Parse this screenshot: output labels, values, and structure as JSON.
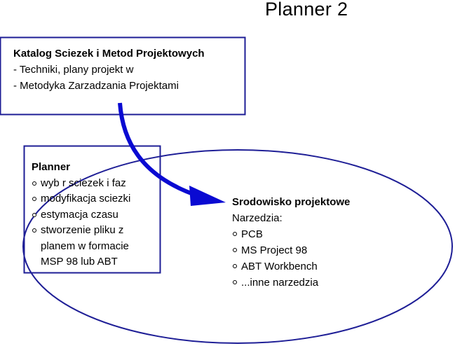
{
  "title": "Planner 2",
  "katalog": {
    "heading": "Katalog Sciezek i Metod Projektowych",
    "lines": [
      "- Techniki, plany projekt  w",
      "- Metodyka Zarzadzania Projektami"
    ]
  },
  "planner": {
    "heading": "Planner",
    "items": [
      "wyb  r sciezek i faz",
      "modyfikacja sciezki",
      "estymacja czasu",
      "stworzenie pliku z"
    ],
    "continuation": [
      "planem w formacie",
      "MSP 98 lub ABT"
    ]
  },
  "srodowisko": {
    "heading": "Srodowisko projektowe",
    "subheading": "Narzedzia:",
    "items": [
      "PCB",
      "MS Project 98",
      "ABT Workbench",
      "...inne narzedzia"
    ]
  },
  "colors": {
    "box_border": "#1e1e96",
    "ellipse_border": "#1e1e96",
    "arrow": "#0a0ad2",
    "text": "#000000"
  }
}
